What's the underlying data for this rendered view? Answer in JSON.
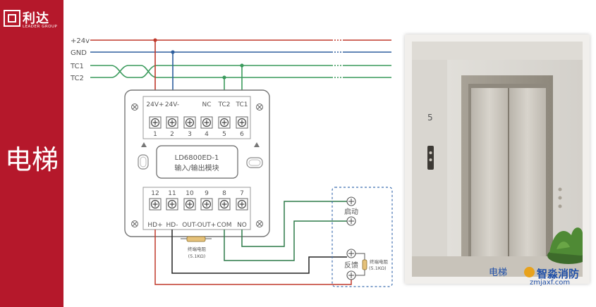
{
  "brand": {
    "logo_text": "利达",
    "logo_subtext": "LEADER GROUP",
    "accent_color": "#b5182b"
  },
  "sidebar": {
    "title": "电梯"
  },
  "diagram": {
    "bus_lines": {
      "plus24v": "+24v",
      "gnd": "GND",
      "tc1": "TC1",
      "tc2": "TC2"
    },
    "wire_colors": {
      "plus24v": "#c0392b",
      "gnd": "#2e5f9e",
      "tc": "#3a9a5c",
      "signal": "#2d7a48",
      "black": "#222222"
    },
    "module": {
      "model": "LD6800ED-1",
      "name": "输入/输出模块",
      "top_labels": [
        "24V+",
        "24V-",
        "NC",
        "TC2",
        "TC1"
      ],
      "top_numbers": [
        "1",
        "2",
        "3",
        "4",
        "5",
        "6"
      ],
      "bottom_numbers": [
        "12",
        "11",
        "10",
        "9",
        "8",
        "7"
      ],
      "bottom_labels": [
        "HD+",
        "HD-",
        "OUT-",
        "OUT+",
        "COM",
        "NO"
      ]
    },
    "resistor_left": {
      "label": "终端电阻",
      "value": "(5.1KΩ)"
    },
    "device": {
      "start_label": "启动",
      "feedback_label": "反馈",
      "resistor_label": "终端电阻",
      "resistor_value": "(5.1KΩ)"
    }
  },
  "photo": {
    "caption": "电梯"
  },
  "watermark": {
    "brand": "智淼消防",
    "url": "zmjaxf.com"
  }
}
